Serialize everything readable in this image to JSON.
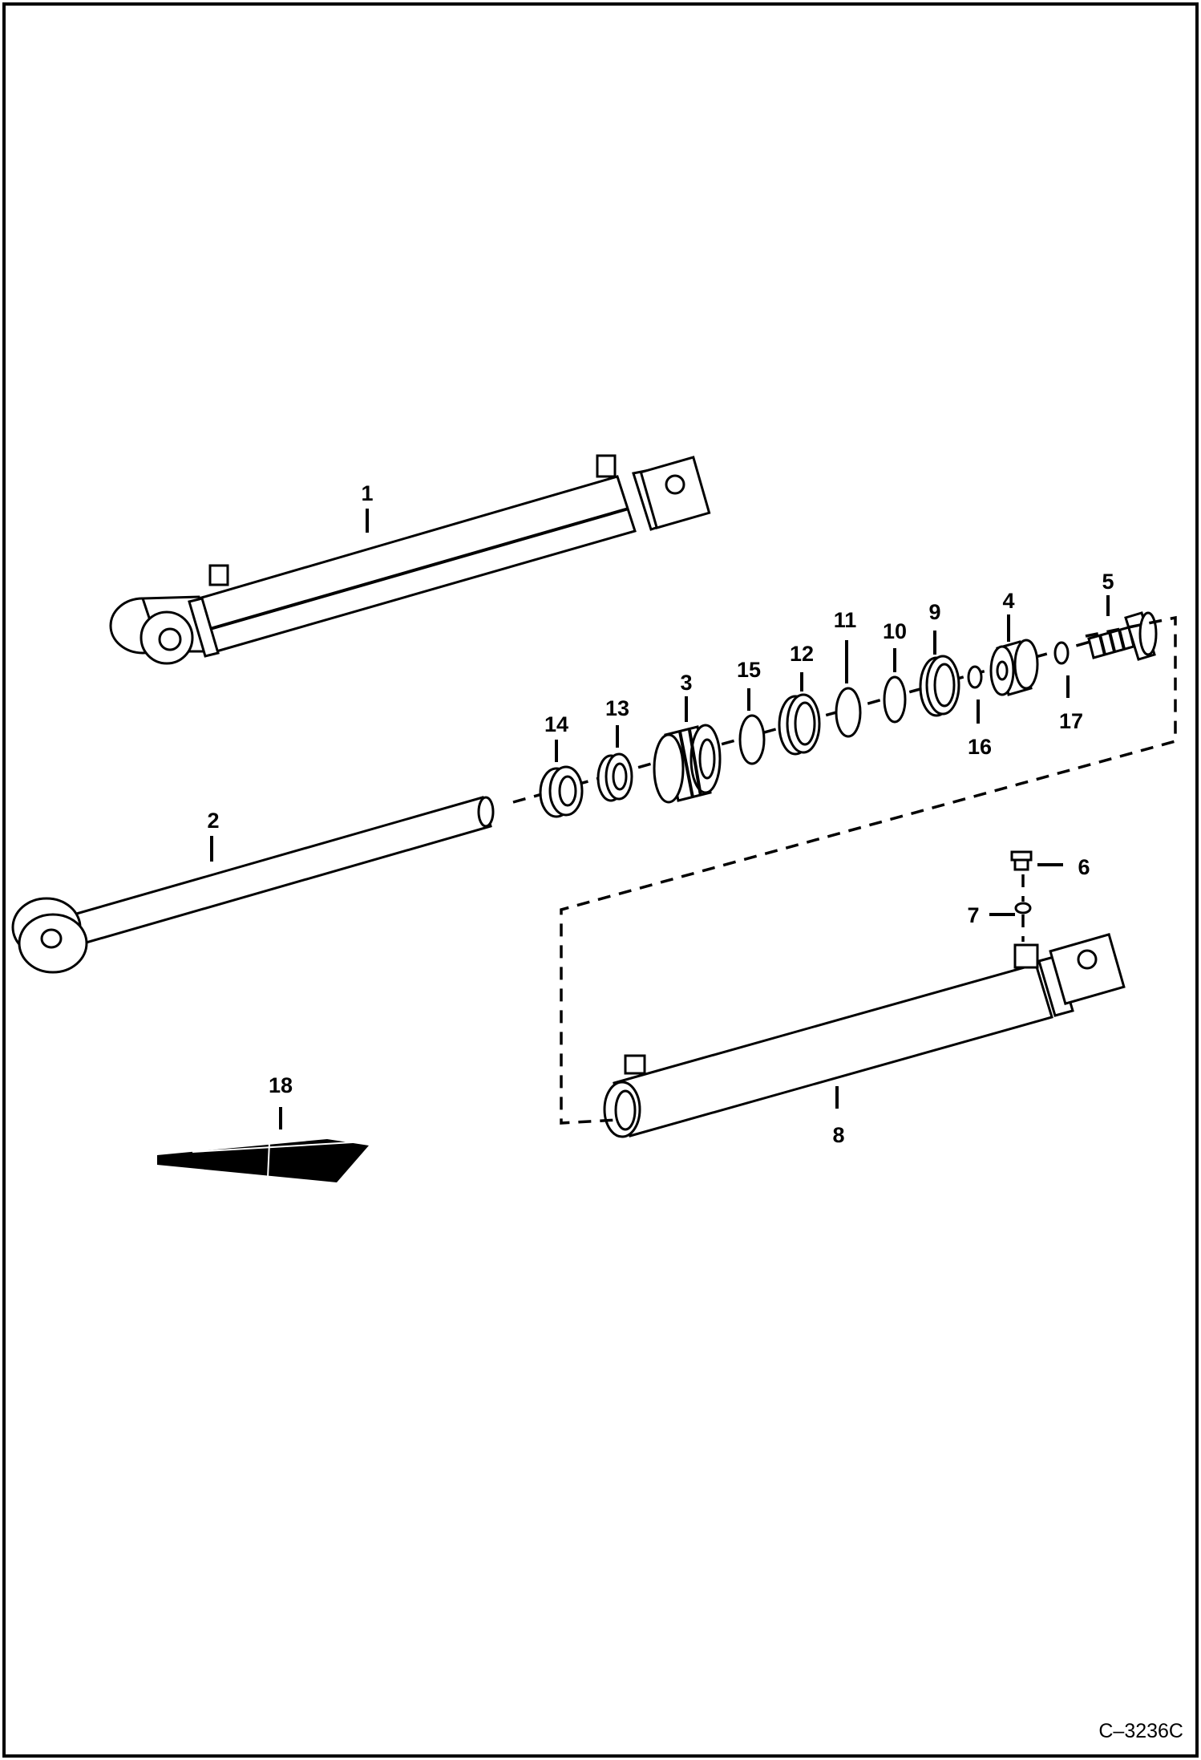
{
  "diagram": {
    "callouts": [
      "1",
      "2",
      "3",
      "4",
      "5",
      "6",
      "7",
      "8",
      "9",
      "10",
      "11",
      "12",
      "13",
      "14",
      "15",
      "16",
      "17",
      "18"
    ],
    "figure_ref": "C–3236C"
  },
  "colors": {
    "line": "#000000",
    "background": "#ffffff"
  }
}
